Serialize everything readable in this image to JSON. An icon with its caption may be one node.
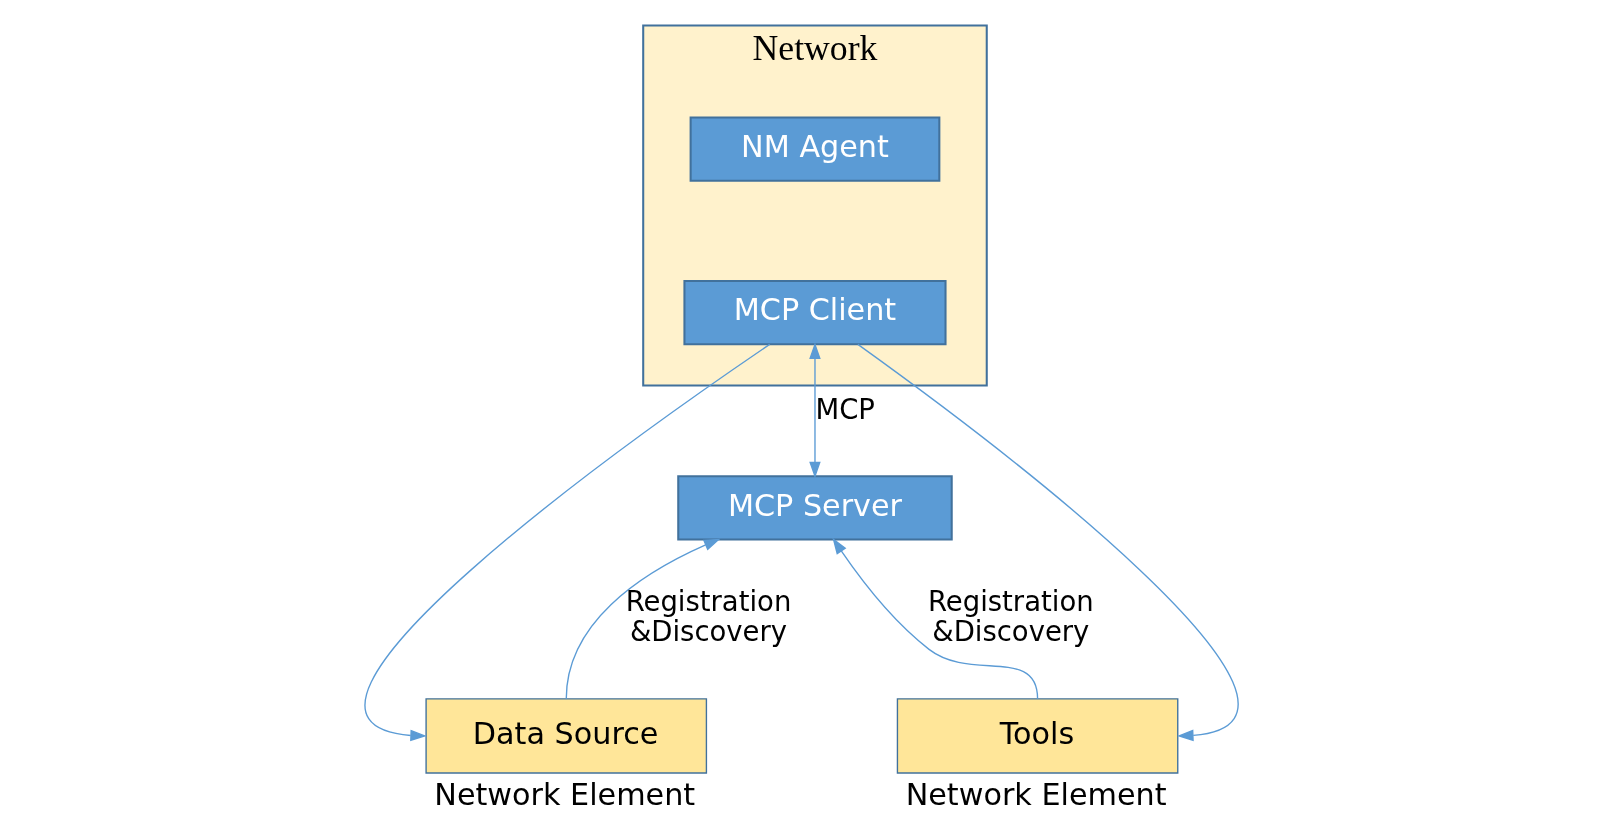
{
  "diagram": {
    "nodes": [
      {
        "text": [
          "Network"
        ]
      },
      {
        "text": [
          "NM Agent"
        ],
        "in": 0
      },
      {
        "text": [
          "MCP Client"
        ],
        "in": 0
      },
      {
        "text": [
          "MCP Server"
        ]
      },
      {
        "text": [
          "Data Source"
        ],
        "beside": [
          "Network Element"
        ]
      },
      {
        "text": [
          "Tools"
        ],
        "beside": [
          "Network Element"
        ]
      }
    ],
    "edges": [
      {
        "from": 2,
        "to": 4,
        "arrow": "to"
      },
      {
        "from": 2,
        "to": 3,
        "arrow": "both",
        "label": "MCP"
      },
      {
        "from": 4,
        "to": 3,
        "arrow": "to",
        "label": "Registration &Discovery"
      },
      {
        "from": 5,
        "to": 3,
        "arrow": "to",
        "label": "Registration &Discovery"
      },
      {
        "from": 2,
        "to": 5,
        "arrow": "to"
      }
    ]
  }
}
